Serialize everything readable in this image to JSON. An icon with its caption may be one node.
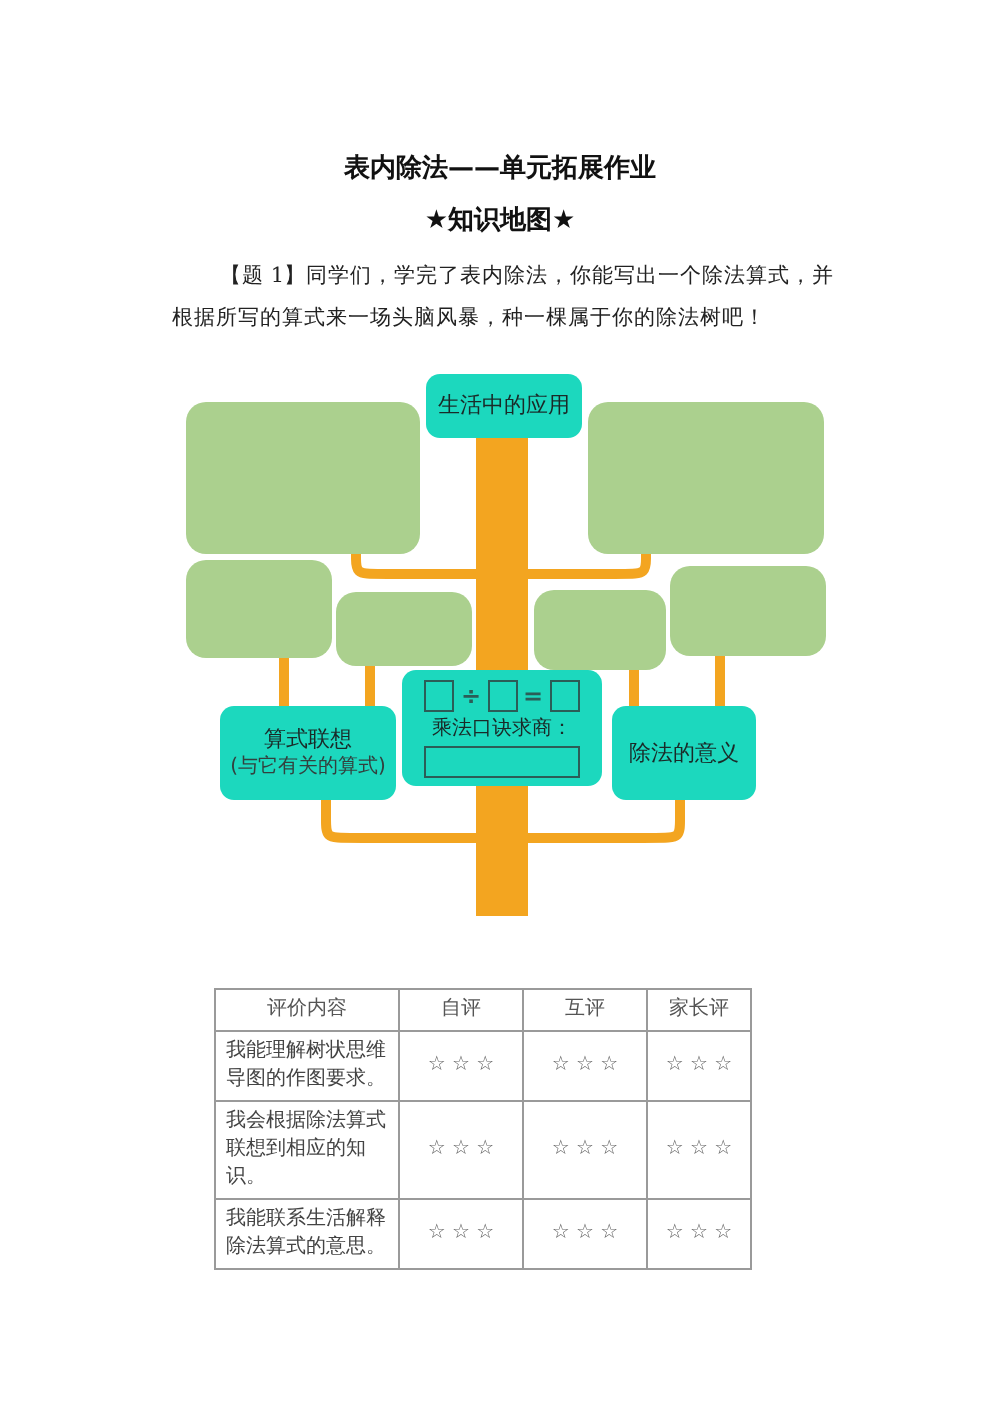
{
  "diagram": {
    "title": "表内除法——单元拓展作业",
    "nodes": [
      {
        "text": [
          "生活中的应用"
        ]
      },
      {
        "text": [],
        "shape": "bar"
      },
      {
        "text": [],
        "shape": "box"
      },
      {
        "text": [],
        "shape": "box"
      },
      {
        "text": [],
        "shape": "box"
      },
      {
        "text": [],
        "shape": "box"
      },
      {
        "text": [],
        "shape": "box"
      },
      {
        "text": [],
        "shape": "box"
      },
      {
        "text": [
          "算式联想",
          "(与它有关的算式)"
        ]
      },
      {
        "text": [
          "÷",
          "=",
          "乘法口诀求商："
        ]
      },
      {
        "text": [
          "除法的意义"
        ]
      },
      {
        "text": [],
        "shape": "bar"
      }
    ],
    "edges": [
      {
        "from": 2,
        "to": 1,
        "arrow": "none"
      },
      {
        "from": 3,
        "to": 1,
        "arrow": "none"
      },
      {
        "from": 4,
        "to": 8,
        "arrow": "none"
      },
      {
        "from": 5,
        "to": 8,
        "arrow": "none"
      },
      {
        "from": 6,
        "to": 10,
        "arrow": "none"
      },
      {
        "from": 7,
        "to": 10,
        "arrow": "none"
      },
      {
        "from": 8,
        "to": 11,
        "arrow": "none"
      },
      {
        "from": 10,
        "to": 11,
        "arrow": "none"
      }
    ],
    "labels": [
      "★知识地图★",
      "【题 1】同学们，学完了表内除法，你能写出一个除法算式，并根据所写的算式来一场头脑风暴，种一棵属于你的除法树吧！",
      "评价内容",
      "自评",
      "互评",
      "家长评",
      "我能理解树状思维导图的作图要求。",
      "☆ ☆ ☆",
      "☆ ☆ ☆",
      "☆ ☆ ☆",
      "我会根据除法算式联想到相应的知识。",
      "☆ ☆ ☆",
      "☆ ☆ ☆",
      "☆ ☆ ☆",
      "我能联系生活解释除法算式的意思。",
      "☆ ☆ ☆",
      "☆ ☆ ☆",
      "☆ ☆ ☆"
    ]
  }
}
